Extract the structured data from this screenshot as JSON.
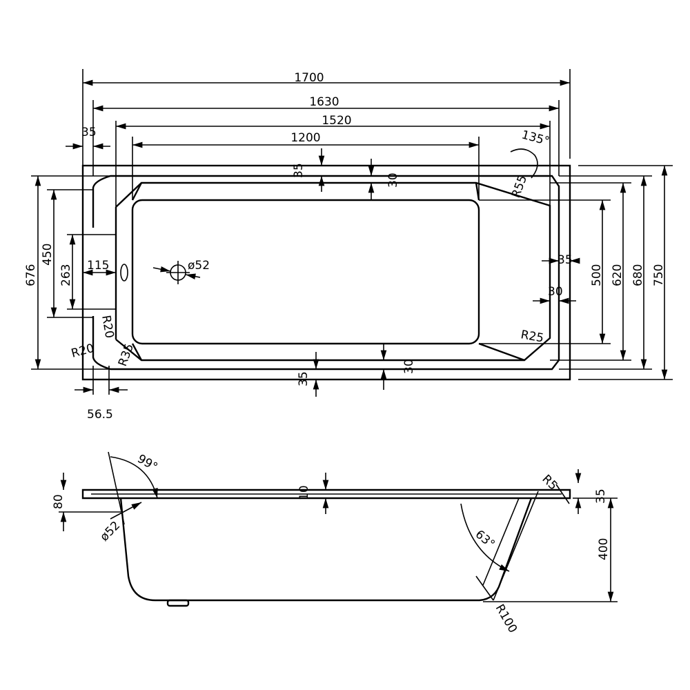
{
  "top_view": {
    "dims": {
      "d1700": "1700",
      "d1630": "1630",
      "d1520": "1520",
      "d1200": "1200",
      "d35_left": "35",
      "d35_top": "35",
      "d30_top": "30",
      "a135": "135°",
      "r55": "R55",
      "d676": "676",
      "d450": "450",
      "d263": "263",
      "d115": "115",
      "dia52": "ø52",
      "r20a": "R20",
      "r20b": "R20",
      "r35": "R35",
      "d56_5": "56.5",
      "d35_bottom": "35",
      "d30_bottom": "30",
      "d35_right": "35",
      "d30_right": "30",
      "r25": "R25",
      "d500": "500",
      "d620": "620",
      "d680": "680",
      "d750": "750"
    }
  },
  "side_view": {
    "dims": {
      "a99": "99°",
      "d80": "80",
      "d10": "10",
      "dia52": "ø52",
      "r5": "R5",
      "d35": "35",
      "d400": "400",
      "a63": "63°",
      "r100": "R100"
    }
  },
  "colors": {
    "line": "#000000",
    "background": "#ffffff"
  }
}
